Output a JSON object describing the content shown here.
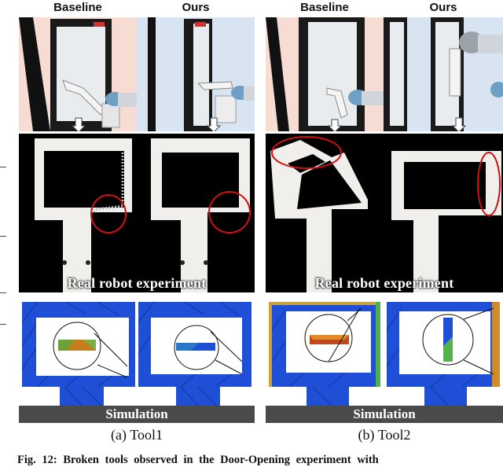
{
  "columns": {
    "tool1_baseline": "Baseline",
    "tool1_ours": "Ours",
    "tool2_baseline": "Baseline",
    "tool2_ours": "Ours"
  },
  "overlays": {
    "real_left": "Real robot experiment",
    "real_right": "Real robot experiment",
    "sim_left": "Simulation",
    "sim_right": "Simulation"
  },
  "subcaptions": {
    "a": "(a)  Tool1",
    "b": "(b)  Tool2"
  },
  "figure_caption": "Fig. 12: Broken tools observed in the Door-Opening experiment with"
}
